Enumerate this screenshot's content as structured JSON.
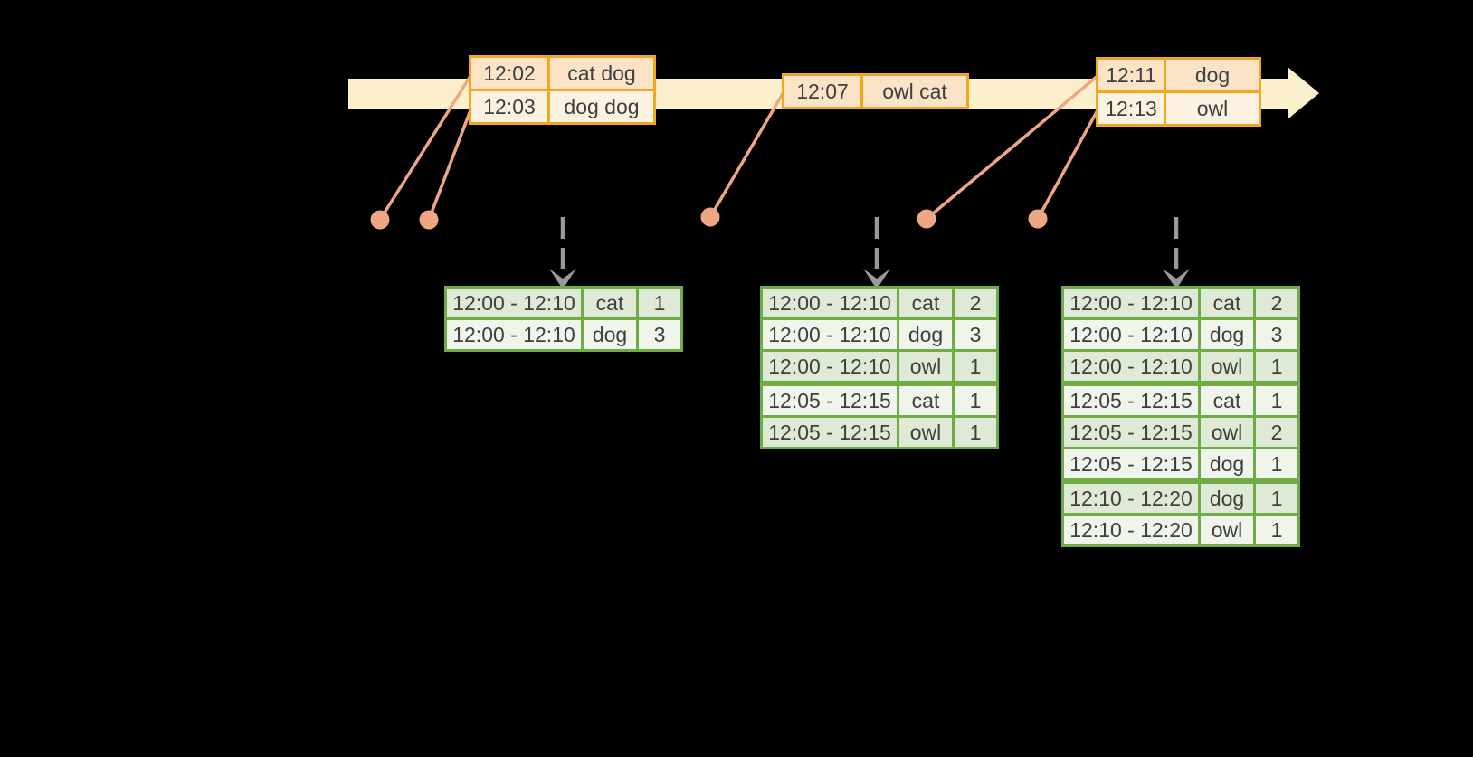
{
  "colors": {
    "background": "#000000",
    "timeline_fill": "#FCF0CC",
    "event_table_border": "#F0A81E",
    "event_row_dark": "#FAE3C6",
    "event_row_light": "#FCF2E2",
    "connector_salmon": "#EFA783",
    "result_table_border": "#6FAC45",
    "result_row_dark": "#DEEAD5",
    "result_row_light": "#F0F5EB",
    "trigger_arrow_gray": "#999999",
    "text": "#3F3F3F"
  },
  "events": [
    {
      "rows": [
        {
          "time": "12:02",
          "words": "cat dog"
        },
        {
          "time": "12:03",
          "words": "dog dog"
        }
      ]
    },
    {
      "rows": [
        {
          "time": "12:07",
          "words": "owl cat"
        }
      ]
    },
    {
      "rows": [
        {
          "time": "12:11",
          "words": "dog"
        },
        {
          "time": "12:13",
          "words": "owl"
        }
      ]
    }
  ],
  "result_tables": [
    {
      "rows": [
        {
          "window": "12:00 - 12:10",
          "word": "cat",
          "count": "1"
        },
        {
          "window": "12:00 - 12:10",
          "word": "dog",
          "count": "3"
        }
      ]
    },
    {
      "rows": [
        {
          "window": "12:00 - 12:10",
          "word": "cat",
          "count": "2"
        },
        {
          "window": "12:00 - 12:10",
          "word": "dog",
          "count": "3"
        },
        {
          "window": "12:00 - 12:10",
          "word": "owl",
          "count": "1"
        },
        {
          "window": "12:05 - 12:15",
          "word": "cat",
          "count": "1"
        },
        {
          "window": "12:05 - 12:15",
          "word": "owl",
          "count": "1"
        }
      ]
    },
    {
      "rows": [
        {
          "window": "12:00 - 12:10",
          "word": "cat",
          "count": "2"
        },
        {
          "window": "12:00 - 12:10",
          "word": "dog",
          "count": "3"
        },
        {
          "window": "12:00 - 12:10",
          "word": "owl",
          "count": "1"
        },
        {
          "window": "12:05 - 12:15",
          "word": "cat",
          "count": "1"
        },
        {
          "window": "12:05 - 12:15",
          "word": "owl",
          "count": "2"
        },
        {
          "window": "12:05 - 12:15",
          "word": "dog",
          "count": "1"
        },
        {
          "window": "12:10 - 12:20",
          "word": "dog",
          "count": "1"
        },
        {
          "window": "12:10 - 12:20",
          "word": "owl",
          "count": "1"
        }
      ]
    }
  ]
}
